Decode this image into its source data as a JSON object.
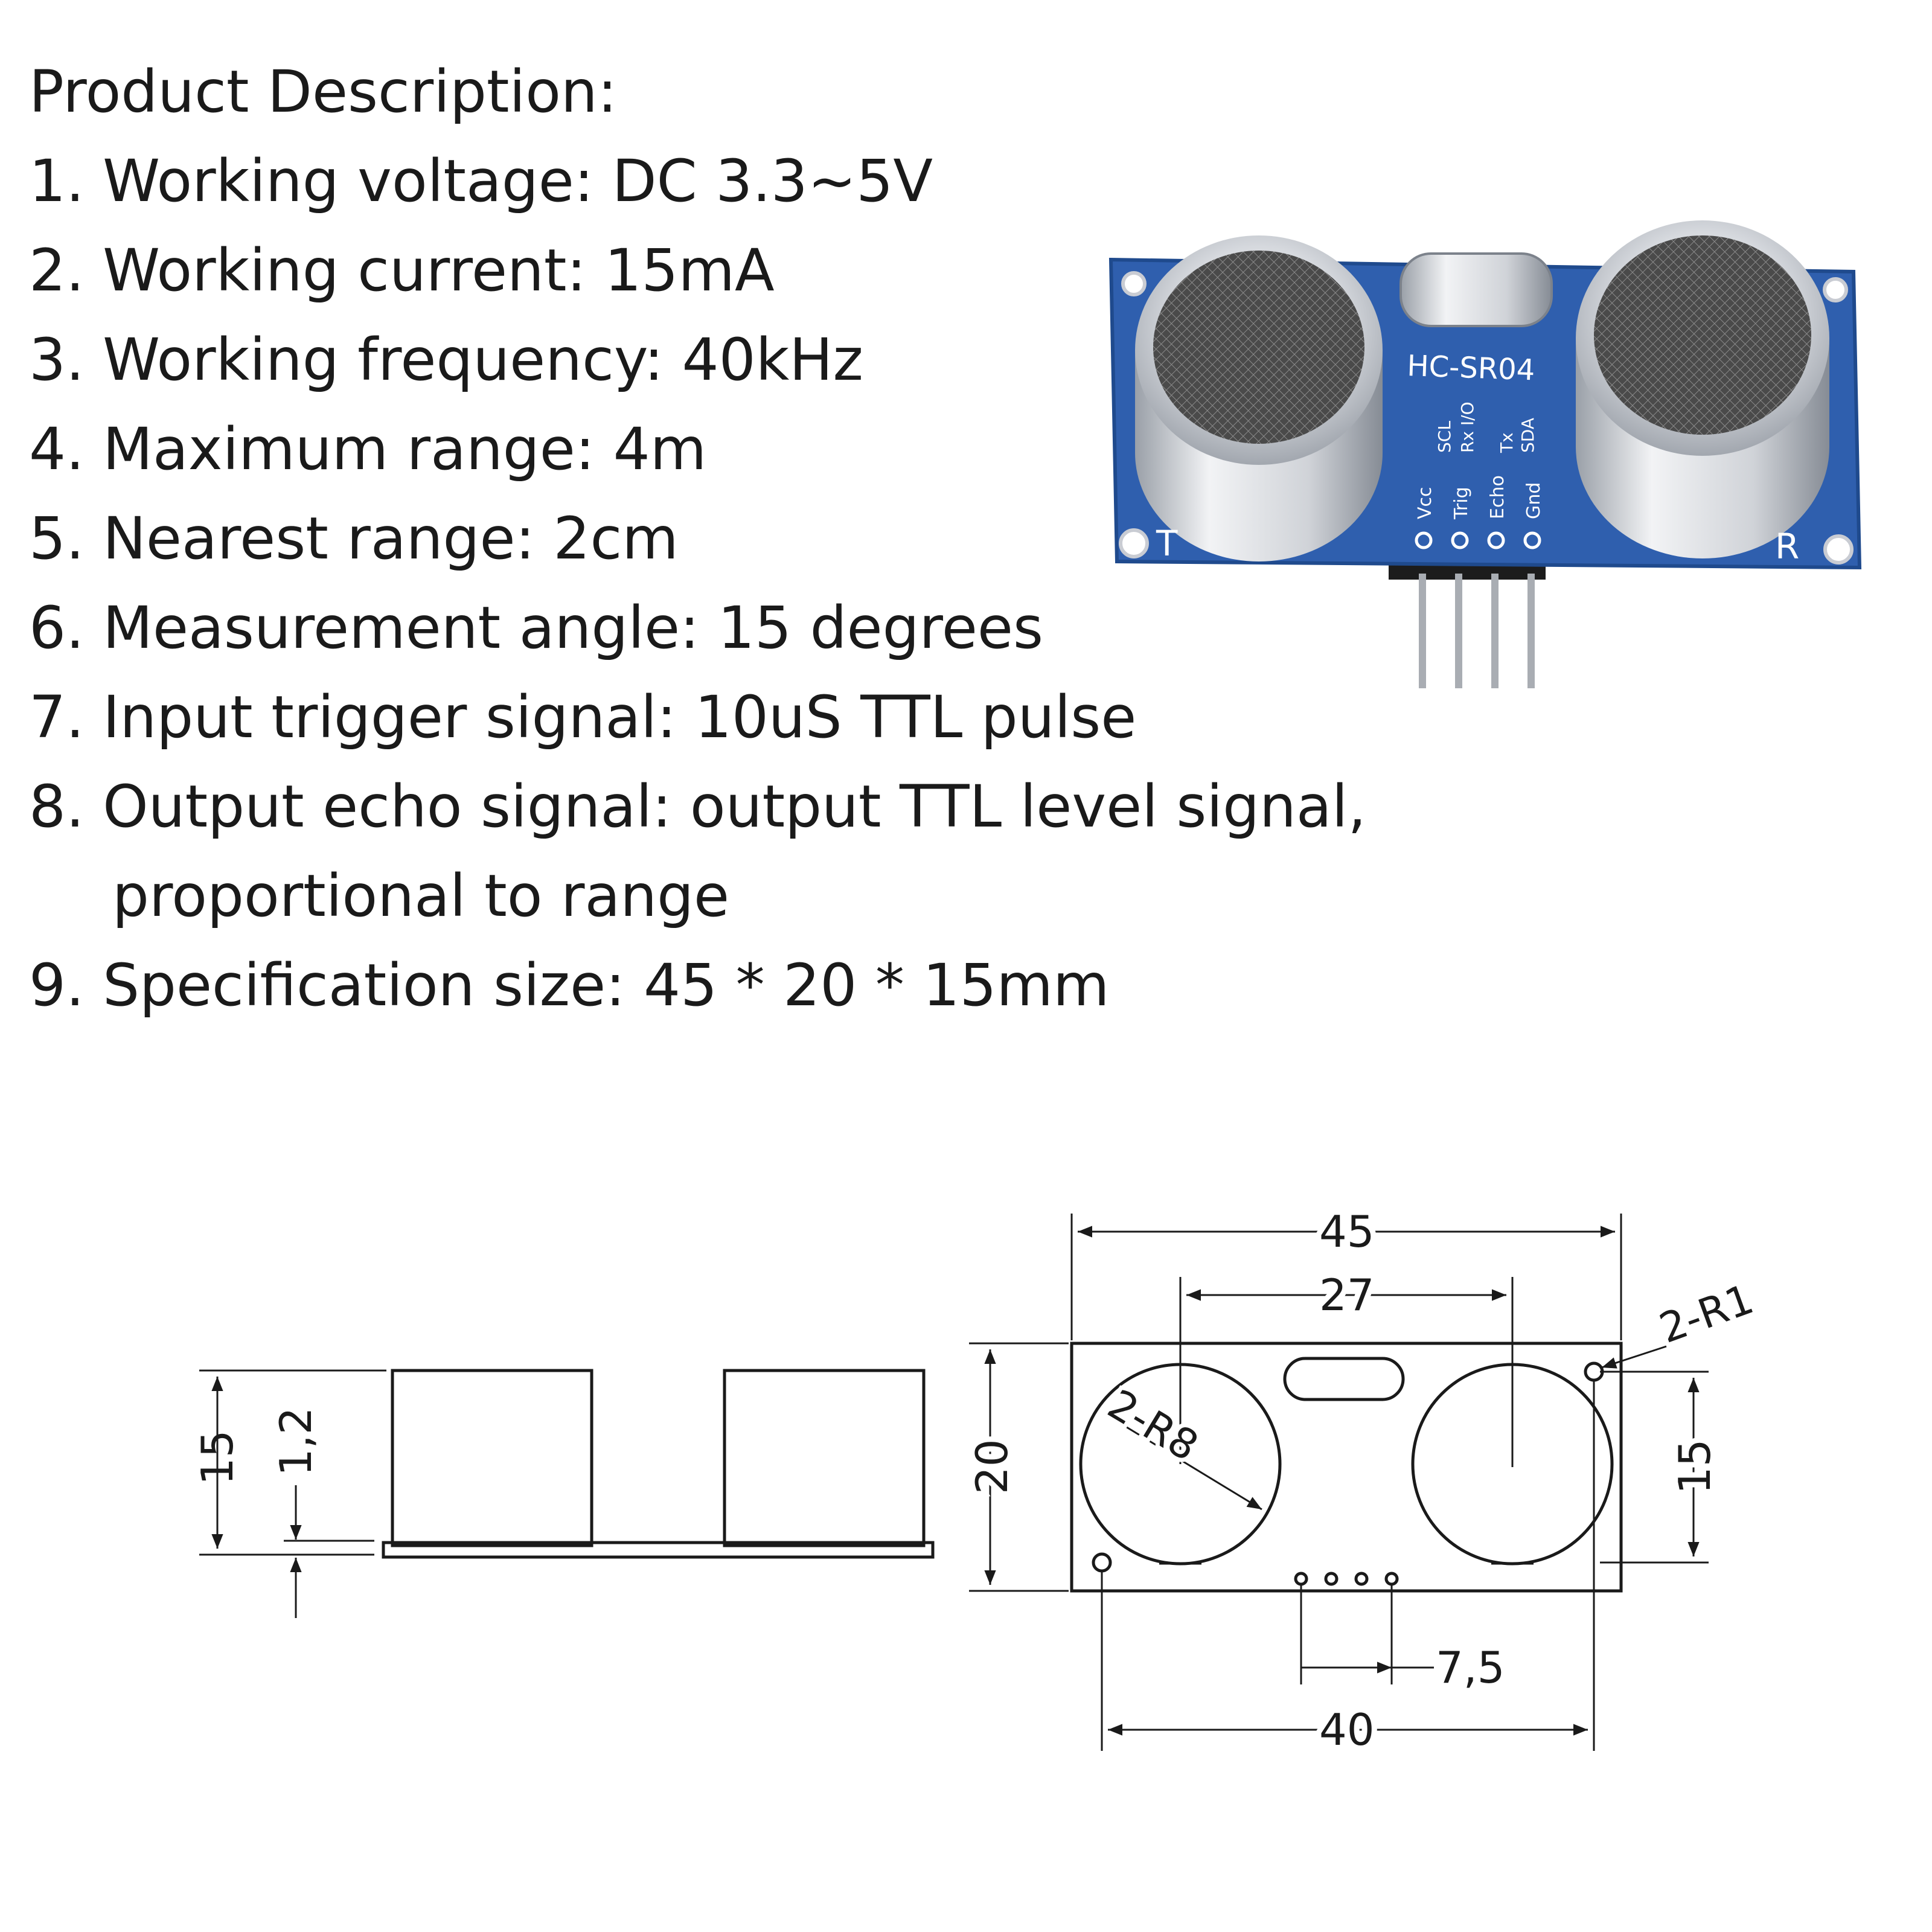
{
  "specs": {
    "title": "Product Description:",
    "items": [
      "1. Working voltage: DC 3.3~5V",
      "2. Working current: 15mA",
      "3. Working frequency: 40kHz",
      "4. Maximum range: 4m",
      "5. Nearest range: 2cm",
      "6. Measurement angle: 15 degrees",
      "7. Input trigger signal: 10uS TTL pulse",
      "8. Output echo signal: output TTL level signal,",
      "proportional to range",
      "9. Specification size: 45 * 20 * 15mm"
    ]
  },
  "module": {
    "model": "HC-SR04",
    "pins": [
      "Vcc",
      "Trig",
      "Echo",
      "Gnd"
    ],
    "alt_pins": [
      "SCL",
      "Rx I/O",
      "Tx",
      "SDA"
    ],
    "transmitter_mark": "T",
    "receiver_mark": "R"
  },
  "side_view": {
    "height_label": "15",
    "board_label": "1,2"
  },
  "front_view": {
    "width_label": "45",
    "center_label": "27",
    "height_label": "20",
    "hole_span_label": "15",
    "hole_label": "2-R1",
    "circle_label": "2-R8",
    "pin_pitch_label": "7,5",
    "hole_pitch_label": "40"
  },
  "colors": {
    "pcb": "#2f5fae",
    "pcb_edge": "#1f4a8d",
    "metal": "#c9ccd3",
    "mesh": "#3a3a3a",
    "ink": "#1a1a1a"
  }
}
